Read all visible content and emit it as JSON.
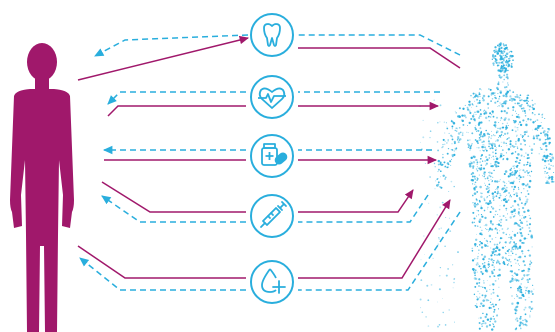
{
  "colors": {
    "human": "#a0186b",
    "digital": "#29aedd",
    "circle_fill": "#ffffff"
  },
  "figures": {
    "left": {
      "name": "human-silhouette",
      "style": "solid"
    },
    "right": {
      "name": "digital-twin-silhouette",
      "style": "particle-dots"
    }
  },
  "nodes": [
    {
      "icon": "tooth-icon"
    },
    {
      "icon": "heart-monitor-icon"
    },
    {
      "icon": "medicine-pills-icon"
    },
    {
      "icon": "syringe-icon"
    },
    {
      "icon": "blood-drop-plus-icon"
    }
  ]
}
